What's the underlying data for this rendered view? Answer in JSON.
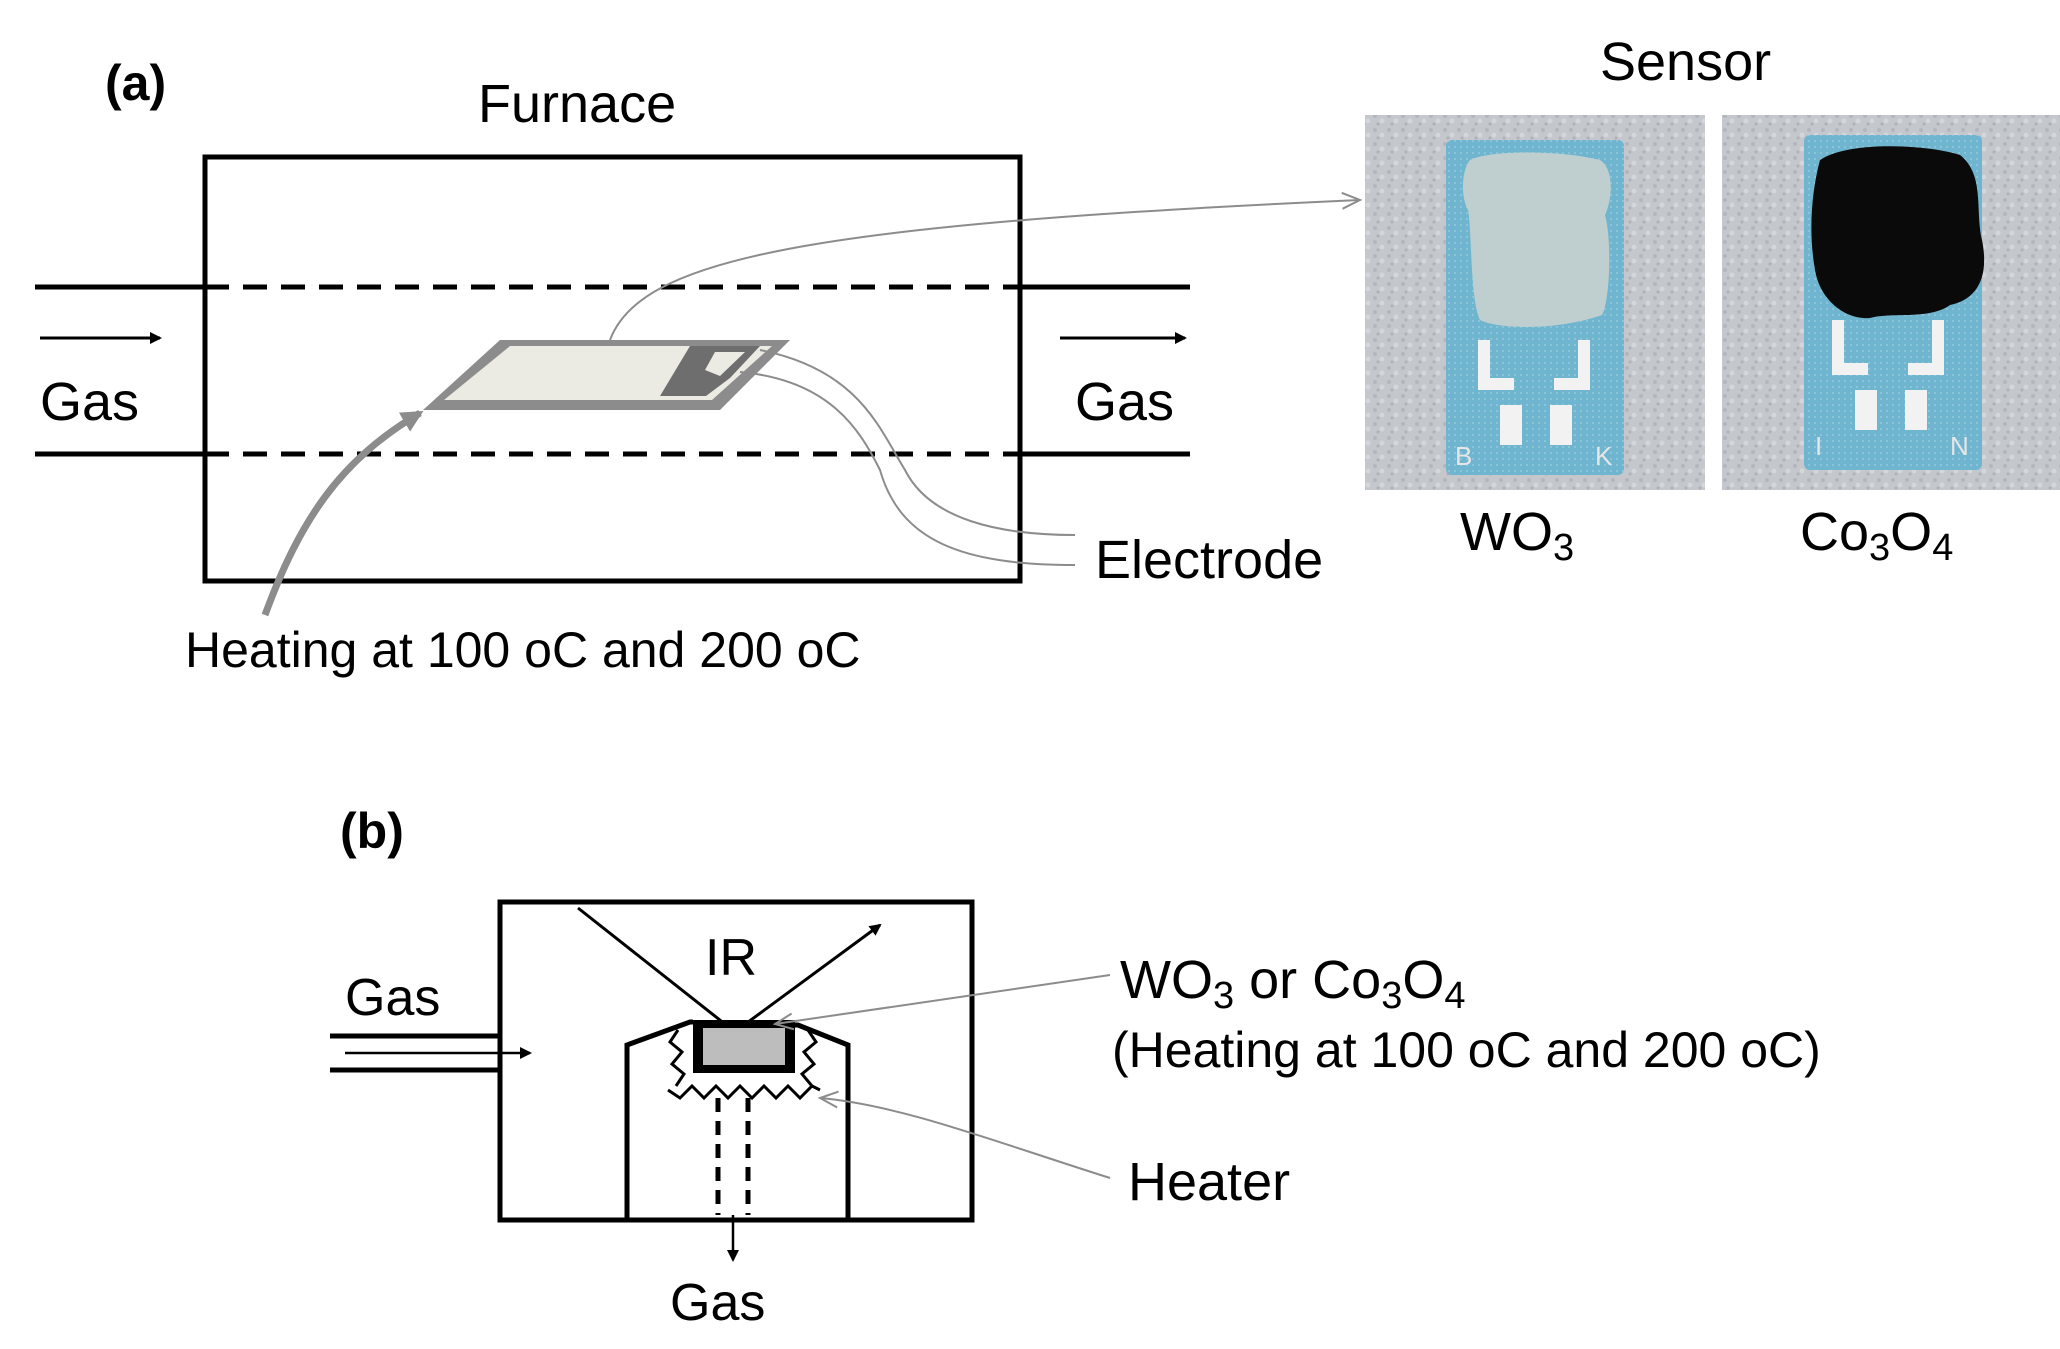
{
  "panel_a": {
    "label": "(a)",
    "furnace_title": "Furnace",
    "gas_in": "Gas",
    "gas_out": "Gas",
    "electrode": "Electrode",
    "heating": "Heating at 100 oC and 200 oC",
    "sensor_title": "Sensor",
    "sensor_wo3": {
      "main": "WO",
      "sub": "3",
      "tail": ""
    },
    "sensor_co3o4": {
      "a": "Co",
      "sa": "3",
      "b": "O",
      "sb": "4"
    },
    "chip_marks_wo3": [
      "B",
      "K"
    ],
    "chip_marks_co3o4": [
      "I",
      "N"
    ]
  },
  "panel_b": {
    "label": "(b)",
    "gas_in": "Gas",
    "ir": "IR",
    "gas_out": "Gas",
    "material": {
      "p1": "WO",
      "s1": "3",
      "p2": " or Co",
      "s2": "3",
      "p3": "O",
      "s3": "4"
    },
    "heating_line": "(Heating at 100 oC and 200 oC)",
    "heater": "Heater"
  },
  "colors": {
    "line": "#000000",
    "leader": "#8c8c8c",
    "chip_blue": "#6fb5cf",
    "wo3_film": "#bfcfcf",
    "co3o4_film": "#0a0a0a",
    "photo_bg": "#c4c7cc",
    "sample": "#bdbdbd"
  }
}
